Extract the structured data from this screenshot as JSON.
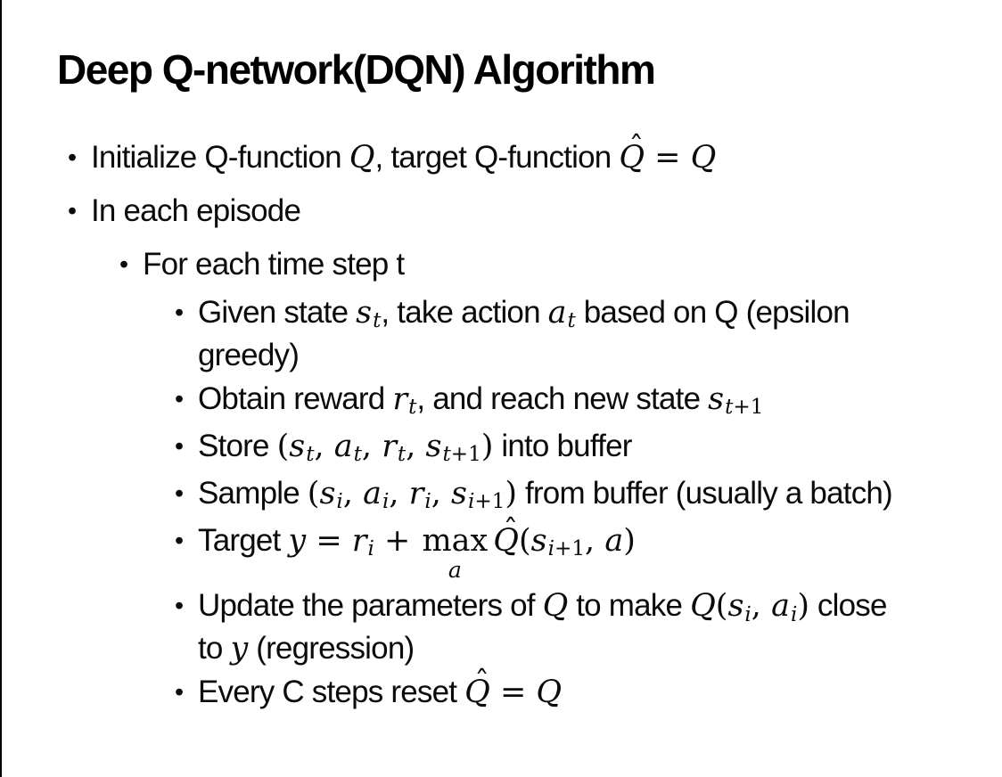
{
  "slide": {
    "title": "Deep Q-network(DQN) Algorithm",
    "bullet_char": "•",
    "hat_mark": "ˆ",
    "bullets": [
      {
        "level": 1,
        "lines": [
          [
            {
              "type": "text",
              "value": "Initialize Q-function "
            },
            {
              "type": "mi",
              "value": "Q"
            },
            {
              "type": "text",
              "value": ", target Q-function "
            },
            {
              "type": "mhat",
              "value": "Q"
            },
            {
              "type": "mu",
              "value": " = "
            },
            {
              "type": "mi",
              "value": "Q"
            }
          ]
        ]
      },
      {
        "level": 1,
        "lines": [
          [
            {
              "type": "text",
              "value": "In each episode"
            }
          ]
        ]
      },
      {
        "level": 2,
        "lines": [
          [
            {
              "type": "text",
              "value": "For each time step t"
            }
          ]
        ]
      },
      {
        "level": 3,
        "lines": [
          [
            {
              "type": "text",
              "value": "Given state "
            },
            {
              "type": "msub",
              "base": "s",
              "sub": "t"
            },
            {
              "type": "text",
              "value": ", take action "
            },
            {
              "type": "msub",
              "base": "a",
              "sub": "t"
            },
            {
              "type": "text",
              "value": " based on Q (epsilon"
            }
          ],
          [
            {
              "type": "text",
              "value": "greedy)"
            }
          ]
        ]
      },
      {
        "level": 3,
        "lines": [
          [
            {
              "type": "text",
              "value": "Obtain reward "
            },
            {
              "type": "msub",
              "base": "r",
              "sub": "t"
            },
            {
              "type": "text",
              "value": ", and reach new state "
            },
            {
              "type": "msub",
              "base": "s",
              "sub": "t+1"
            }
          ]
        ]
      },
      {
        "level": 3,
        "lines": [
          [
            {
              "type": "text",
              "value": "Store "
            },
            {
              "type": "mu",
              "value": "("
            },
            {
              "type": "msub",
              "base": "s",
              "sub": "t"
            },
            {
              "type": "mu",
              "value": ", "
            },
            {
              "type": "msub",
              "base": "a",
              "sub": "t"
            },
            {
              "type": "mu",
              "value": ", "
            },
            {
              "type": "msub",
              "base": "r",
              "sub": "t"
            },
            {
              "type": "mu",
              "value": ", "
            },
            {
              "type": "msub",
              "base": "s",
              "sub": "t+1"
            },
            {
              "type": "mu",
              "value": ")"
            },
            {
              "type": "text",
              "value": " into buffer"
            }
          ]
        ]
      },
      {
        "level": 3,
        "lines": [
          [
            {
              "type": "text",
              "value": "Sample "
            },
            {
              "type": "mu",
              "value": "("
            },
            {
              "type": "msub",
              "base": "s",
              "sub": "i"
            },
            {
              "type": "mu",
              "value": ", "
            },
            {
              "type": "msub",
              "base": "a",
              "sub": "i"
            },
            {
              "type": "mu",
              "value": ", "
            },
            {
              "type": "msub",
              "base": "r",
              "sub": "i"
            },
            {
              "type": "mu",
              "value": ", "
            },
            {
              "type": "msub",
              "base": "s",
              "sub": "i+1"
            },
            {
              "type": "mu",
              "value": ")"
            },
            {
              "type": "text",
              "value": " from buffer (usually a batch)"
            }
          ]
        ]
      },
      {
        "level": 3,
        "lines": [
          [
            {
              "type": "text",
              "value": "Target "
            },
            {
              "type": "mi",
              "value": "y"
            },
            {
              "type": "mu",
              "value": " = "
            },
            {
              "type": "msub",
              "base": "r",
              "sub": "i"
            },
            {
              "type": "mu",
              "value": " + "
            },
            {
              "type": "munder",
              "op": "max",
              "under": "a"
            },
            {
              "type": "mhat",
              "value": "Q"
            },
            {
              "type": "mu",
              "value": "("
            },
            {
              "type": "msub",
              "base": "s",
              "sub": "i+1"
            },
            {
              "type": "mu",
              "value": ", "
            },
            {
              "type": "mi",
              "value": "a"
            },
            {
              "type": "mu",
              "value": ")"
            }
          ]
        ]
      },
      {
        "level": 3,
        "lines": [
          [
            {
              "type": "text",
              "value": "Update the parameters of "
            },
            {
              "type": "mi",
              "value": "Q"
            },
            {
              "type": "text",
              "value": " to make "
            },
            {
              "type": "mi",
              "value": "Q"
            },
            {
              "type": "mu",
              "value": "("
            },
            {
              "type": "msub",
              "base": "s",
              "sub": "i"
            },
            {
              "type": "mu",
              "value": ", "
            },
            {
              "type": "msub",
              "base": "a",
              "sub": "i"
            },
            {
              "type": "mu",
              "value": ")"
            },
            {
              "type": "text",
              "value": " close"
            }
          ],
          [
            {
              "type": "text",
              "value": "to "
            },
            {
              "type": "mi",
              "value": "y"
            },
            {
              "type": "text",
              "value": " (regression)"
            }
          ]
        ]
      },
      {
        "level": 3,
        "lines": [
          [
            {
              "type": "text",
              "value": "Every C steps reset "
            },
            {
              "type": "mhat",
              "value": "Q"
            },
            {
              "type": "mu",
              "value": " = "
            },
            {
              "type": "mi",
              "value": "Q"
            }
          ]
        ]
      }
    ]
  }
}
